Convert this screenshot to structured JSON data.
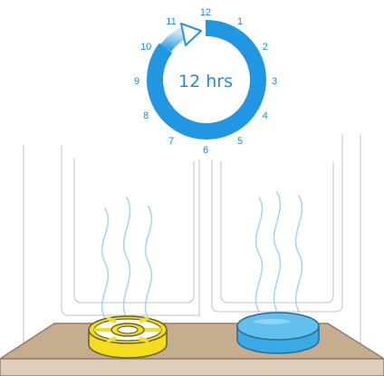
{
  "timer": {
    "label": "12 hrs",
    "hours": [
      "12",
      "1",
      "2",
      "3",
      "4",
      "5",
      "6",
      "7",
      "8",
      "9",
      "10",
      "11"
    ],
    "elapsed_fraction": 1.0
  },
  "items": [
    {
      "name": "filter",
      "color": "#f2de1c"
    },
    {
      "name": "dish",
      "color": "#4fb8ea"
    }
  ],
  "colors": {
    "timer_blue": "#2196e3",
    "timer_light": "#9fd2f4",
    "wall_line": "#cfcfcf",
    "shelf": "#c6ad90",
    "shelf_edge": "#8f7e6c",
    "vapor": "#a9d6ef"
  }
}
